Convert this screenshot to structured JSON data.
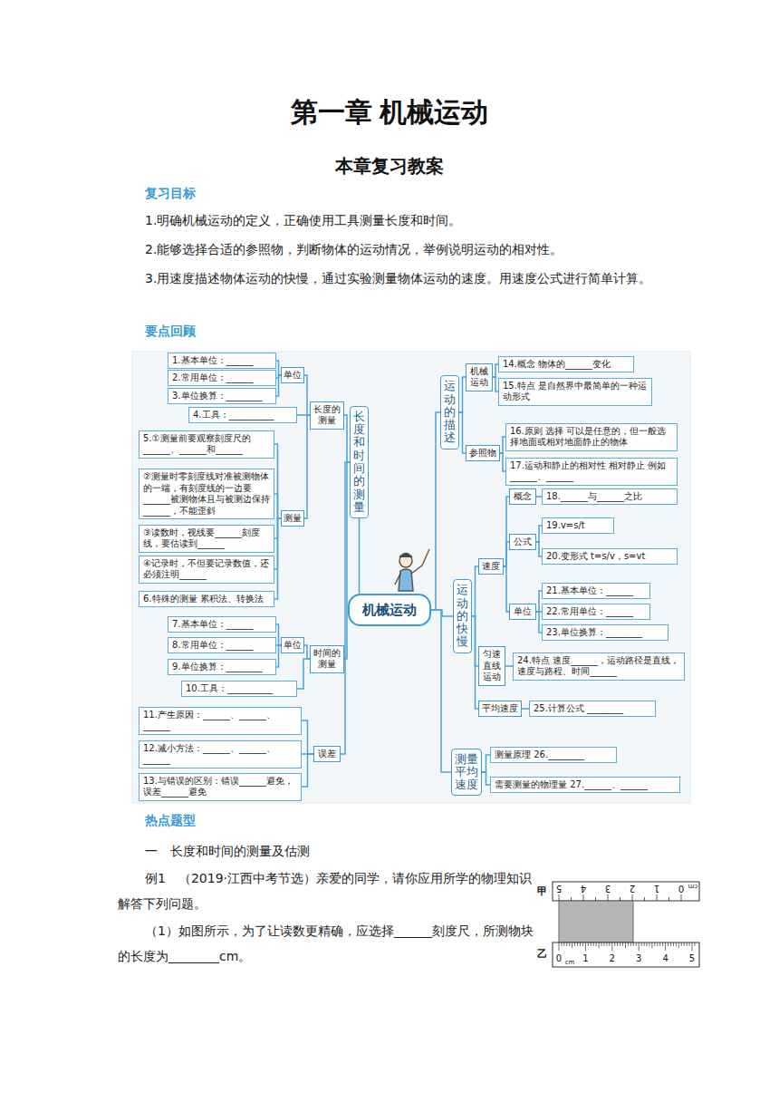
{
  "diagram": {
    "title": "第一章 机械运动",
    "nodes": [
      {
        "text": [
          "机械运动"
        ]
      },
      {
        "text": [
          "长度和时间的测量"
        ]
      },
      {
        "text": [
          "长度的测量"
        ]
      },
      {
        "text": [
          "单位"
        ]
      },
      {
        "text": [
          "1.基本单位：______"
        ]
      },
      {
        "text": [
          "2.常用单位：______"
        ]
      },
      {
        "text": [
          "3.单位换算：________"
        ]
      },
      {
        "text": [
          "4.工具：__________"
        ]
      },
      {
        "text": [
          "测量"
        ]
      },
      {
        "text": [
          "5.①测量前要观察刻度尺的______、______和______"
        ]
      },
      {
        "text": [
          "②测量时零刻度线对准被测物体的一端，有刻度线的一边要______被测物体且与被测边保持______，不能歪斜"
        ]
      },
      {
        "text": [
          "③读数时，视线要______刻度线，要估读到______"
        ]
      },
      {
        "text": [
          "④记录时，不但要记录数值，还必须注明______"
        ]
      },
      {
        "text": [
          "6.特殊的测量 累积法、转换法"
        ]
      },
      {
        "text": [
          "时间的测量"
        ]
      },
      {
        "text": [
          "单位"
        ]
      },
      {
        "text": [
          "7.基本单位：______"
        ]
      },
      {
        "text": [
          "8.常用单位：______"
        ]
      },
      {
        "text": [
          "9.单位换算：________"
        ]
      },
      {
        "text": [
          "10.工具：__________"
        ]
      },
      {
        "text": [
          "误差"
        ]
      },
      {
        "text": [
          "11.产生原因：______、______、______"
        ]
      },
      {
        "text": [
          "12.减小方法：______、______、______"
        ]
      },
      {
        "text": [
          "13.与错误的区别：错误______避免，误差______避免"
        ]
      },
      {
        "text": [
          "运动的描述"
        ]
      },
      {
        "text": [
          "机械运动"
        ]
      },
      {
        "text": [
          "14.概念 物体的______变化"
        ]
      },
      {
        "text": [
          "15.特点 是自然界中最简单的一种运动形式"
        ]
      },
      {
        "text": [
          "参照物"
        ]
      },
      {
        "text": [
          "16.原则 选择 可以是任意的，但一般选择地面或相对地面静止的物体"
        ]
      },
      {
        "text": [
          "17.运动和静止的相对性 相对静止 例如______、______"
        ]
      },
      {
        "text": [
          "运动的快慢"
        ]
      },
      {
        "text": [
          "速度"
        ]
      },
      {
        "text": [
          "概念"
        ]
      },
      {
        "text": [
          "18.______与______之比"
        ]
      },
      {
        "text": [
          "公式"
        ]
      },
      {
        "text": [
          "19.v=s/t"
        ]
      },
      {
        "text": [
          "20.变形式 t=s/v，s=vt"
        ]
      },
      {
        "text": [
          "单位"
        ]
      },
      {
        "text": [
          "21.基本单位：______"
        ]
      },
      {
        "text": [
          "22.常用单位：______"
        ]
      },
      {
        "text": [
          "23.单位换算：________"
        ]
      },
      {
        "text": [
          "匀速直线运动"
        ]
      },
      {
        "text": [
          "24.特点 速度______，运动路径是直线，速度与路程、时间______"
        ]
      },
      {
        "text": [
          "平均速度"
        ]
      },
      {
        "text": [
          "25.计算公式 ________"
        ]
      },
      {
        "text": [
          "测量平均速度"
        ]
      },
      {
        "text": [
          "测量原理 26.________"
        ]
      },
      {
        "text": [
          "需要测量的物理量 27.______、______"
        ]
      }
    ],
    "edges": [
      {
        "from": 0,
        "to": 1,
        "arrow": "none"
      },
      {
        "from": 1,
        "to": 2,
        "arrow": "none"
      },
      {
        "from": 2,
        "to": 3,
        "arrow": "none"
      },
      {
        "from": 3,
        "to": 4,
        "arrow": "none"
      },
      {
        "from": 3,
        "to": 5,
        "arrow": "none"
      },
      {
        "from": 3,
        "to": 6,
        "arrow": "none"
      },
      {
        "from": 2,
        "to": 7,
        "arrow": "none"
      },
      {
        "from": 2,
        "to": 8,
        "arrow": "none"
      },
      {
        "from": 8,
        "to": 9,
        "arrow": "none"
      },
      {
        "from": 8,
        "to": 10,
        "arrow": "none"
      },
      {
        "from": 8,
        "to": 11,
        "arrow": "none"
      },
      {
        "from": 8,
        "to": 12,
        "arrow": "none"
      },
      {
        "from": 8,
        "to": 13,
        "arrow": "none"
      },
      {
        "from": 1,
        "to": 14,
        "arrow": "none"
      },
      {
        "from": 14,
        "to": 15,
        "arrow": "none"
      },
      {
        "from": 15,
        "to": 16,
        "arrow": "none"
      },
      {
        "from": 15,
        "to": 17,
        "arrow": "none"
      },
      {
        "from": 15,
        "to": 18,
        "arrow": "none"
      },
      {
        "from": 14,
        "to": 19,
        "arrow": "none"
      },
      {
        "from": 1,
        "to": 20,
        "arrow": "none"
      },
      {
        "from": 20,
        "to": 21,
        "arrow": "none"
      },
      {
        "from": 20,
        "to": 22,
        "arrow": "none"
      },
      {
        "from": 20,
        "to": 23,
        "arrow": "none"
      },
      {
        "from": 0,
        "to": 24,
        "arrow": "none"
      },
      {
        "from": 24,
        "to": 25,
        "arrow": "none"
      },
      {
        "from": 25,
        "to": 26,
        "arrow": "none"
      },
      {
        "from": 25,
        "to": 27,
        "arrow": "none"
      },
      {
        "from": 24,
        "to": 28,
        "arrow": "none"
      },
      {
        "from": 28,
        "to": 29,
        "arrow": "none"
      },
      {
        "from": 28,
        "to": 30,
        "arrow": "none"
      },
      {
        "from": 0,
        "to": 31,
        "arrow": "none"
      },
      {
        "from": 31,
        "to": 32,
        "arrow": "none"
      },
      {
        "from": 32,
        "to": 33,
        "arrow": "none"
      },
      {
        "from": 33,
        "to": 34,
        "arrow": "none"
      },
      {
        "from": 32,
        "to": 35,
        "arrow": "none"
      },
      {
        "from": 35,
        "to": 36,
        "arrow": "none"
      },
      {
        "from": 35,
        "to": 37,
        "arrow": "none"
      },
      {
        "from": 32,
        "to": 38,
        "arrow": "none"
      },
      {
        "from": 38,
        "to": 39,
        "arrow": "none"
      },
      {
        "from": 38,
        "to": 40,
        "arrow": "none"
      },
      {
        "from": 38,
        "to": 41,
        "arrow": "none"
      },
      {
        "from": 31,
        "to": 42,
        "arrow": "none"
      },
      {
        "from": 42,
        "to": 43,
        "arrow": "none"
      },
      {
        "from": 31,
        "to": 44,
        "arrow": "none"
      },
      {
        "from": 44,
        "to": 45,
        "arrow": "none"
      },
      {
        "from": 0,
        "to": 46,
        "arrow": "none"
      },
      {
        "from": 46,
        "to": 47,
        "arrow": "none"
      },
      {
        "from": 46,
        "to": 48,
        "arrow": "none"
      }
    ],
    "labels": [
      "本章复习教案",
      "复习目标",
      "1.明确机械运动的定义，正确使用工具测量长度和时间。",
      "2.能够选择合适的参照物，判断物体的运动情况，举例说明运动的相对性。",
      "3.用速度描述物体运动的快慢，通过实验测量物体运动的速度。用速度公式进行简单计算。",
      "要点回顾",
      "热点题型",
      "一　长度和时间的测量及估测",
      "例1　（2019·江西中考节选）亲爱的同学，请你应用所学的物理知识解答下列问题。",
      "（1）如图所示，为了让读数更精确，应选择______刻度尺，所测物块的长度为________cm。",
      "甲",
      "5",
      "4",
      "3",
      "2",
      "1",
      "0",
      "cm",
      "乙",
      "0",
      "1",
      "2",
      "3",
      "4",
      "5",
      "cm"
    ]
  }
}
